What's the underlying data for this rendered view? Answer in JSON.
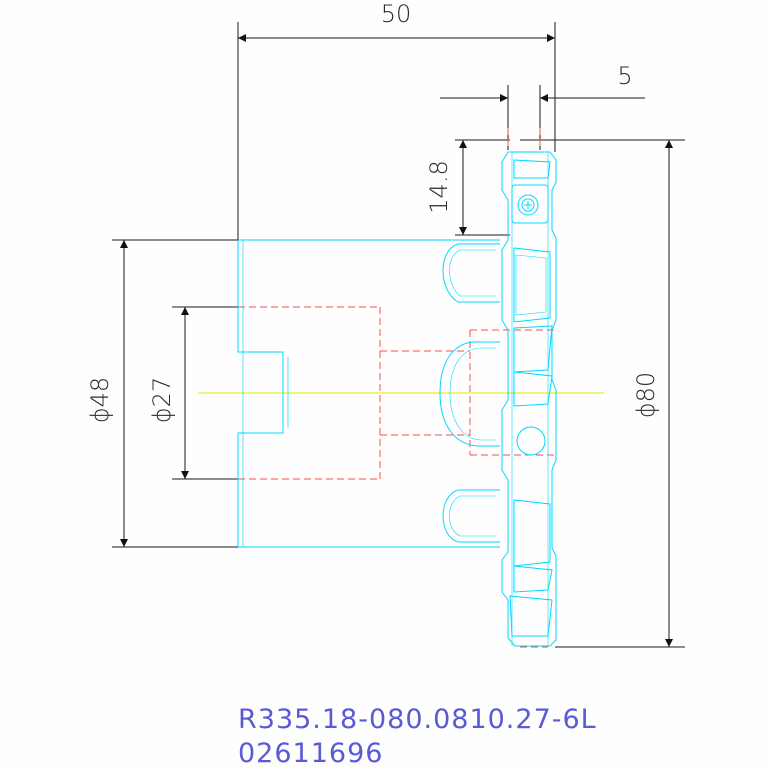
{
  "dimensions": {
    "overall_length": "50",
    "offset": "5",
    "height_step": "14.8",
    "dia_body": "ϕ48",
    "dia_bore": "ϕ27",
    "dia_outer": "ϕ80"
  },
  "caption": {
    "part_code": "R335.18-080.0810.27-6L",
    "item_number": "02611696"
  },
  "colors": {
    "outline": "#00d8ff",
    "hidden": "#ff4a4a",
    "centerline": "#e6e600",
    "dimension": "#1a1a1a",
    "caption": "#5a5ad6",
    "background": "#fefefe"
  }
}
